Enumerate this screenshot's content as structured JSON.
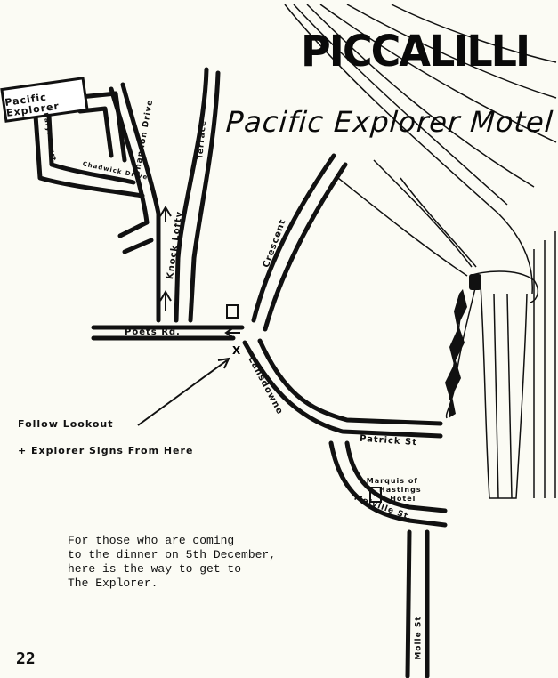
{
  "title": "PICCALILLI",
  "subtitle": "Pacific Explorer Motel",
  "motel_sign": "Pacific Explorer",
  "streets": {
    "baryl_court": "Baryl Court",
    "chadwick_drive": "Chadwick Drive",
    "shannon_drive": "Shannon Drive",
    "terrace": "Terrace",
    "knock_lofty": "Knock Lofty",
    "crescent": "Crescent",
    "poets_rd": "Poets Rd.",
    "lansdowne": "Lansdowne",
    "patrick_st": "Patrick St",
    "melville_st": "Melville St.",
    "molle_st": "Molle St"
  },
  "landmarks": {
    "hotel": "Marquis of Hastings Hotel",
    "hotel_line1": "Marquis of",
    "hotel_line2": "Hastings",
    "hotel_line3": "Hotel"
  },
  "directions": {
    "line1": "Follow Lookout",
    "line2": "+ Explorer Signs From Here"
  },
  "note": {
    "line1": "For those who are coming",
    "line2": "to the dinner on 5th December,",
    "line3": "here is the way to get to",
    "line4": "The Explorer."
  },
  "page_number": "22"
}
